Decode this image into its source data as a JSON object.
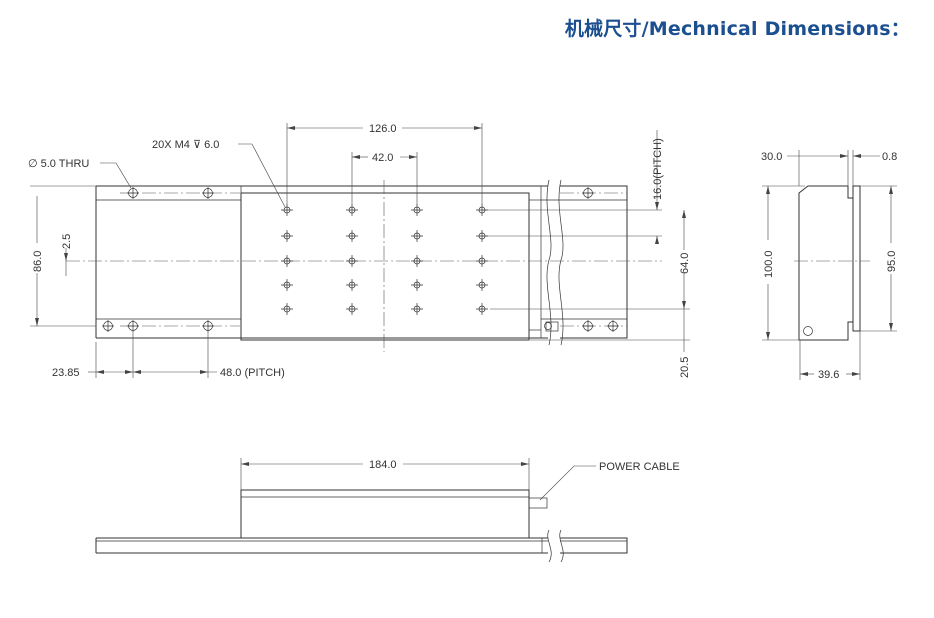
{
  "header": {
    "title": "机械尺寸/Mechnical Dimensions："
  },
  "dimensions": {
    "thru_hole": "∅ 5.0 THRU",
    "tapped_holes": "20X  M4 ⊽ 6.0",
    "hole_span": "126.0",
    "hole_pitch_x": "42.0",
    "pitch_y": "16.0(PITCH)",
    "offset": "2.5",
    "base_width": "86.0",
    "hole_span_y": "64.0",
    "edge_offset": "20.5",
    "end_offset": "23.85",
    "mount_pitch": "48.0 (PITCH)",
    "side_top_left": "30.0",
    "side_top_right": "0.8",
    "side_height": "100.0",
    "side_inner_height": "95.0",
    "side_width": "39.6",
    "carriage_length": "184.0",
    "cable_label": "POWER CABLE"
  }
}
